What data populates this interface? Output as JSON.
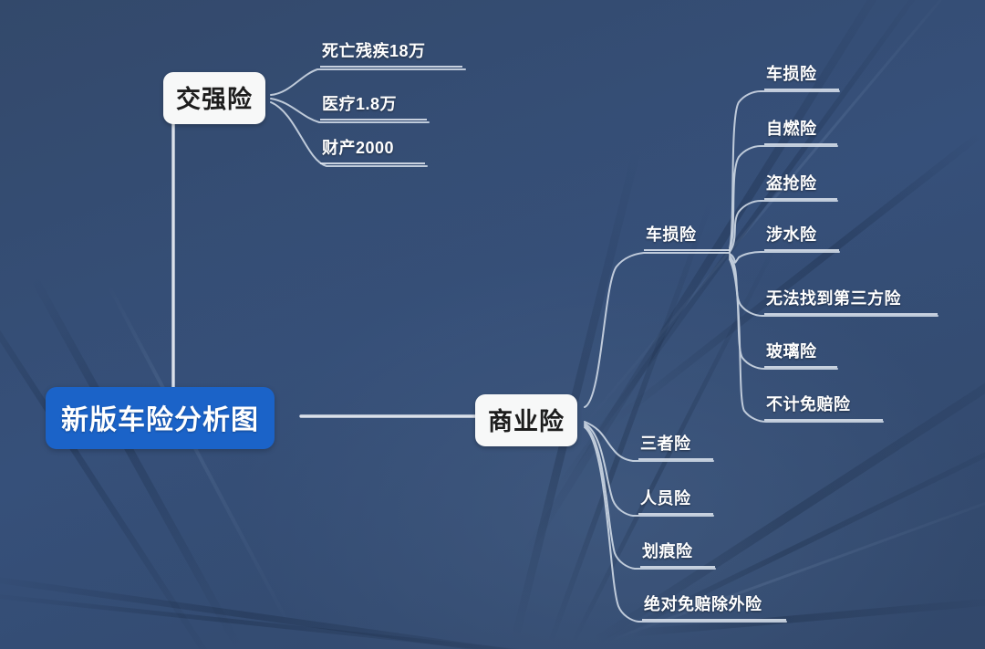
{
  "diagram": {
    "type": "mindmap",
    "title": "新版车险分析图",
    "colors": {
      "background": "#354c6f",
      "root_fill": "#1b63c8",
      "root_text": "#ffffff",
      "branch_fill": "#f7f8f8",
      "branch_text": "#1d1d1d",
      "leaf_text": "#ffffff",
      "connector": "#e8edf3"
    },
    "root": {
      "label": "新版车险分析图"
    },
    "branches": [
      {
        "id": "jqx",
        "label": "交强险",
        "children": [
          {
            "label": "死亡残疾18万"
          },
          {
            "label": "医疗1.8万"
          },
          {
            "label": "财产2000"
          }
        ]
      },
      {
        "id": "syx",
        "label": "商业险",
        "children": [
          {
            "label": "车损险",
            "children": [
              {
                "label": "车损险"
              },
              {
                "label": "自燃险"
              },
              {
                "label": "盗抢险"
              },
              {
                "label": "涉水险"
              },
              {
                "label": "无法找到第三方险"
              },
              {
                "label": "玻璃险"
              },
              {
                "label": "不计免赔险"
              }
            ]
          },
          {
            "label": "三者险"
          },
          {
            "label": "人员险"
          },
          {
            "label": "划痕险"
          },
          {
            "label": "绝对免赔除外险"
          }
        ]
      }
    ]
  }
}
